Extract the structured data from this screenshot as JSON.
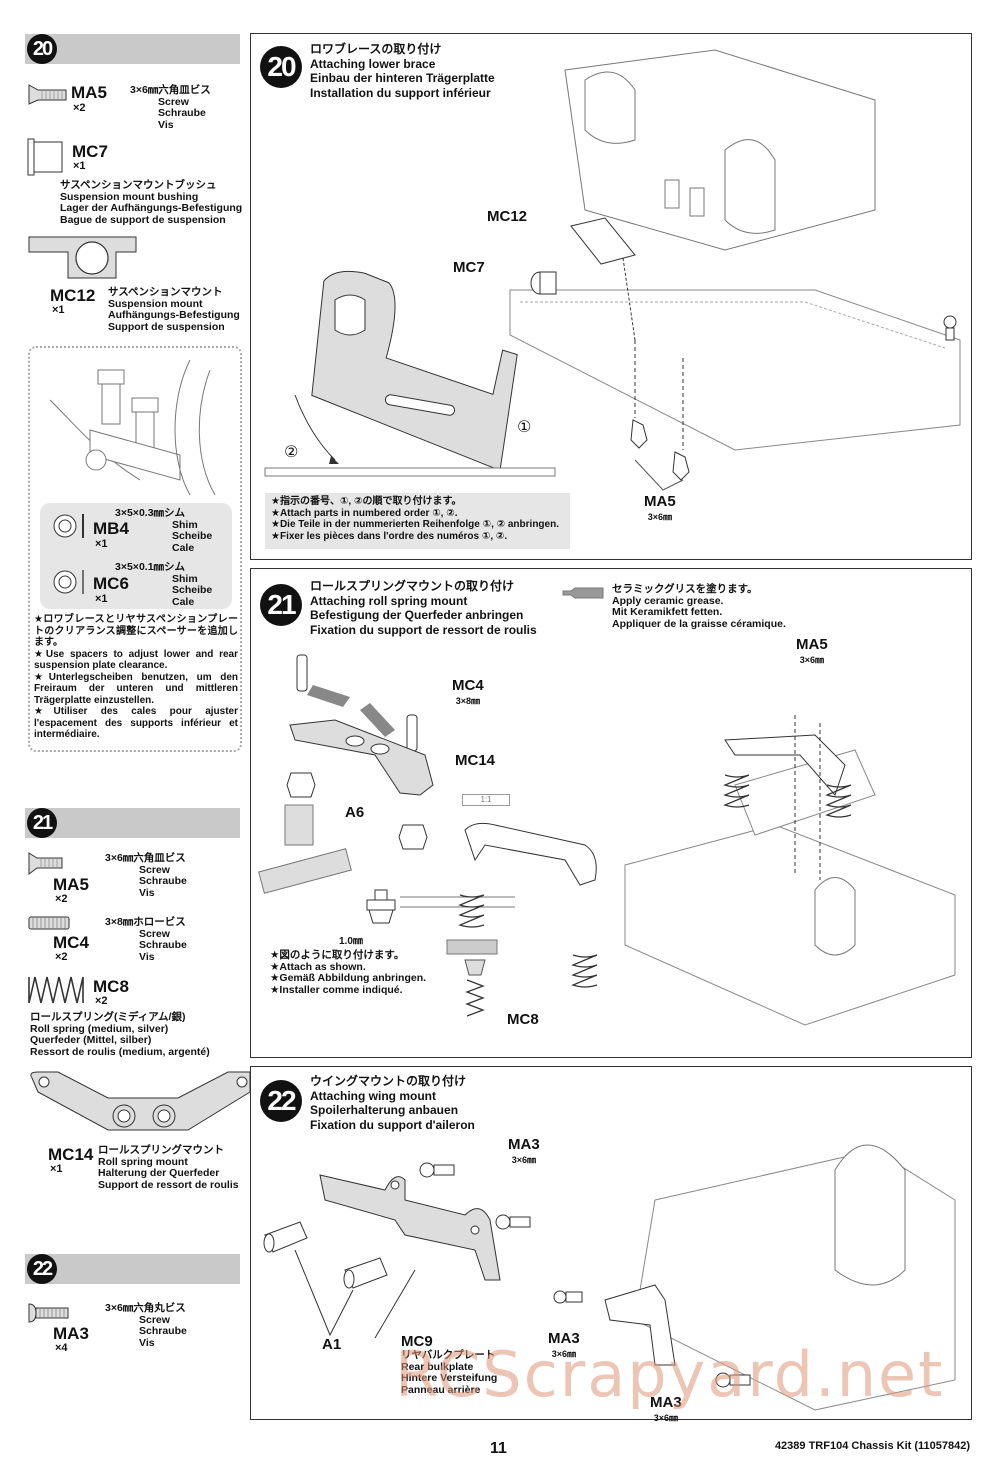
{
  "sidebar": {
    "step20": {
      "number": "20",
      "parts": [
        {
          "code": "MA5",
          "qty": "×2",
          "desc_jp": "3×6㎜六角皿ビス",
          "desc_en": "Screw",
          "desc_de": "Schraube",
          "desc_fr": "Vis"
        },
        {
          "code": "MC7",
          "qty": "×1",
          "desc_jp": "サスペンションマウントブッシュ",
          "desc_en": "Suspension mount bushing",
          "desc_de": "Lager der Aufhängungs-Befestigung",
          "desc_fr": "Bague de support de suspension"
        },
        {
          "code": "MC12",
          "qty": "×1",
          "desc_jp": "サスペンションマウント",
          "desc_en": "Suspension mount",
          "desc_de": "Aufhängungs-Befestigung",
          "desc_fr": "Support de suspension"
        }
      ],
      "shims": [
        {
          "code": "MB4",
          "qty": "×1",
          "desc_jp": "3×5×0.3㎜シム",
          "desc_en": "Shim",
          "desc_de": "Scheibe",
          "desc_fr": "Cale"
        },
        {
          "code": "MC6",
          "qty": "×1",
          "desc_jp": "3×5×0.1㎜シム",
          "desc_en": "Shim",
          "desc_de": "Scheibe",
          "desc_fr": "Cale"
        }
      ],
      "notes": [
        "★ロワブレースとリヤサスペンションプレートのクリアランス調整にスペーサーを追加します。",
        "★Use spacers to adjust lower and rear suspension plate clearance.",
        "★Unterlegscheiben benutzen, um den Freiraum der unteren und mittleren Trägerplatte einzustellen.",
        "★Utiliser des cales pour ajuster l'espacement des supports inférieur et intermédiaire."
      ]
    },
    "step21": {
      "number": "21",
      "parts": [
        {
          "code": "MA5",
          "qty": "×2",
          "desc_jp": "3×6㎜六角皿ビス",
          "desc_en": "Screw",
          "desc_de": "Schraube",
          "desc_fr": "Vis"
        },
        {
          "code": "MC4",
          "qty": "×2",
          "desc_jp": "3×8㎜ホロービス",
          "desc_en": "Screw",
          "desc_de": "Schraube",
          "desc_fr": "Vis"
        },
        {
          "code": "MC8",
          "qty": "×2",
          "desc_jp": "ロールスプリング(ミディアム/銀)",
          "desc_en": "Roll spring (medium, silver)",
          "desc_de": "Querfeder (Mittel, silber)",
          "desc_fr": "Ressort de roulis (medium, argenté)"
        },
        {
          "code": "MC14",
          "qty": "×1",
          "desc_jp": "ロールスプリングマウント",
          "desc_en": "Roll spring mount",
          "desc_de": "Halterung der Querfeder",
          "desc_fr": "Support de ressort de roulis"
        }
      ]
    },
    "step22": {
      "number": "22",
      "parts": [
        {
          "code": "MA3",
          "qty": "×4",
          "desc_jp": "3×6㎜六角丸ビス",
          "desc_en": "Screw",
          "desc_de": "Schraube",
          "desc_fr": "Vis"
        }
      ]
    }
  },
  "panels": {
    "step20": {
      "number": "20",
      "title_jp": "ロワブレースの取り付け",
      "title_en": "Attaching lower brace",
      "title_de": "Einbau der hinteren Trägerplatte",
      "title_fr": "Installation du support inférieur",
      "labels": {
        "mc12": "MC12",
        "mc7": "MC7",
        "ma5": "MA5",
        "ma5_size": "3×6㎜",
        "order1": "①",
        "order2": "②"
      },
      "notes": [
        "★指示の番号、①, ②の順で取り付けます。",
        "★Attach parts in numbered order ①, ②.",
        "★Die Teile in der nummerierten Reihenfolge ①, ② anbringen.",
        "★Fixer les pièces dans l'ordre des numéros ①, ②."
      ]
    },
    "step21": {
      "number": "21",
      "title_jp": "ロールスプリングマウントの取り付け",
      "title_en": "Attaching roll spring mount",
      "title_de": "Befestigung der Querfeder anbringen",
      "title_fr": "Fixation du support de ressort de roulis",
      "grease": {
        "jp": "セラミックグリスを塗ります。",
        "en": "Apply ceramic grease.",
        "de": "Mit Keramikfett fetten.",
        "fr": "Appliquer de la graisse céramique."
      },
      "labels": {
        "mc4": "MC4",
        "mc4_size": "3×8㎜",
        "mc14": "MC14",
        "a6": "A6",
        "mc8": "MC8",
        "ma5": "MA5",
        "ma5_size": "3×6㎜",
        "gap": "1.0㎜",
        "ruler": "1:1"
      },
      "notes": [
        "★図のように取り付けます。",
        "★Attach as shown.",
        "★Gemäß Abbildung anbringen.",
        "★Installer comme indiqué."
      ]
    },
    "step22": {
      "number": "22",
      "title_jp": "ウイングマウントの取り付け",
      "title_en": "Attaching wing mount",
      "title_de": "Spoilerhalterung anbauen",
      "title_fr": "Fixation du support d'aileron",
      "labels": {
        "ma3_top": "MA3",
        "ma3_top_size": "3×6㎜",
        "a1": "A1",
        "mc9": "MC9",
        "ma3_mid": "MA3",
        "ma3_mid_size": "3×6㎜",
        "ma3_bottom": "MA3",
        "ma3_bottom_size": "3×6㎜"
      },
      "mc9_desc": {
        "jp": "リヤバルクプレート",
        "en": "Rear bulkplate",
        "de": "Hintere Versteifung",
        "fr": "Panneau arrière"
      }
    }
  },
  "footer": {
    "page_number": "11",
    "kit_info": "42389  TRF104 Chassis Kit (11057842)"
  },
  "watermark": "RCScrapyard.net"
}
